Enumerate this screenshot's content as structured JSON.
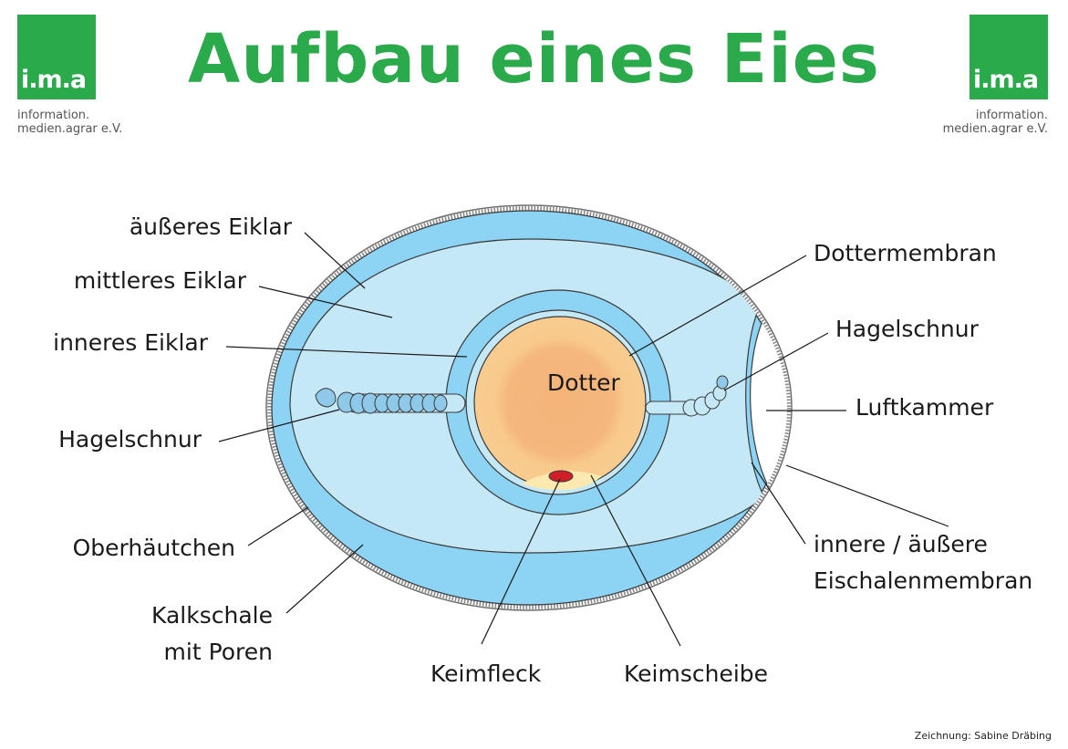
{
  "title": "Aufbau eines Eies",
  "logo": {
    "mark": "i.m.a",
    "line1": "information.",
    "line2": "medien.agrar e.V."
  },
  "labels": {
    "outer_albumen": "äußeres Eiklar",
    "middle_albumen": "mittleres Eiklar",
    "inner_albumen": "inneres Eiklar",
    "chalaza_left": "Hagelschnur",
    "cuticle": "Oberhäutchen",
    "shell_line1": "Kalkschale",
    "shell_line2": "mit Poren",
    "germ_spot": "Keimfleck",
    "germ_disc": "Keimscheibe",
    "yolk_membrane": "Dottermembran",
    "chalaza_right": "Hagelschnur",
    "air_cell": "Luftkammer",
    "shell_membrane_line1": "innere / äußere",
    "shell_membrane_line2": "Eischalenmembran",
    "yolk": "Dotter"
  },
  "credit": "Zeichnung: Sabine Dräbing",
  "colors": {
    "brand_green": "#2aaa4a",
    "outer_albumen": "#8dd3f3",
    "middle_albumen": "#c5e8f6",
    "yolk": "#f8c98a",
    "yolk_center": "#f4b47a",
    "germ_spot": "#d11f2a",
    "shell": "#9a9a9a"
  }
}
